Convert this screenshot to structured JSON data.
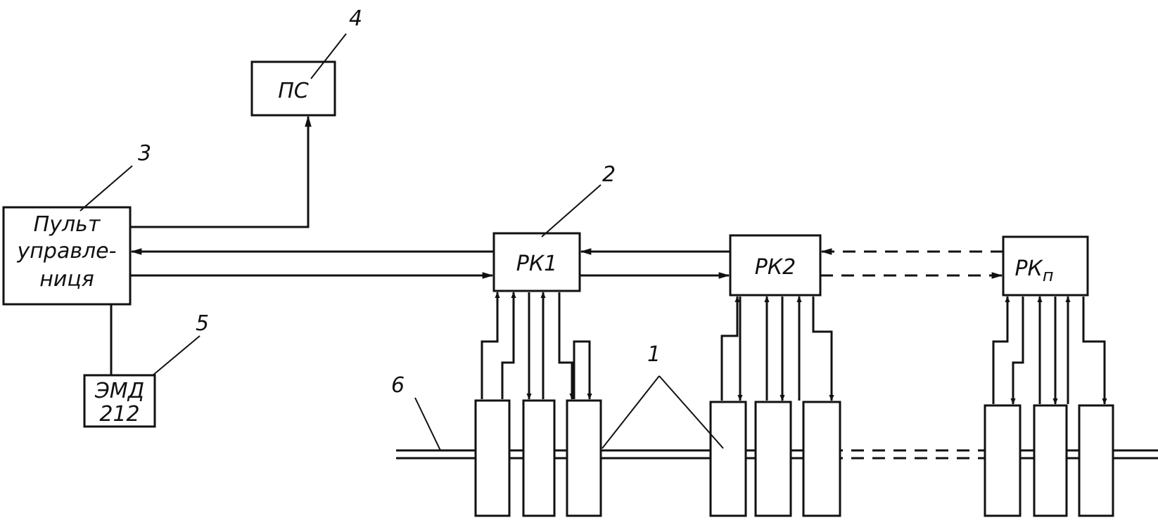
{
  "diagram": {
    "nodes": {
      "ps": "ПС",
      "console_line1": "Пульт",
      "console_line2": "управле-",
      "console_line3": "ниця",
      "emd_line1": "ЭМД",
      "emd_line2": "212",
      "rk1": "РК1",
      "rk2": "РК2",
      "rkn_main": "РК",
      "rkn_sub": "п"
    },
    "callouts": {
      "n1": "1",
      "n2": "2",
      "n3": "3",
      "n4": "4",
      "n5": "5",
      "n6": "6"
    }
  }
}
